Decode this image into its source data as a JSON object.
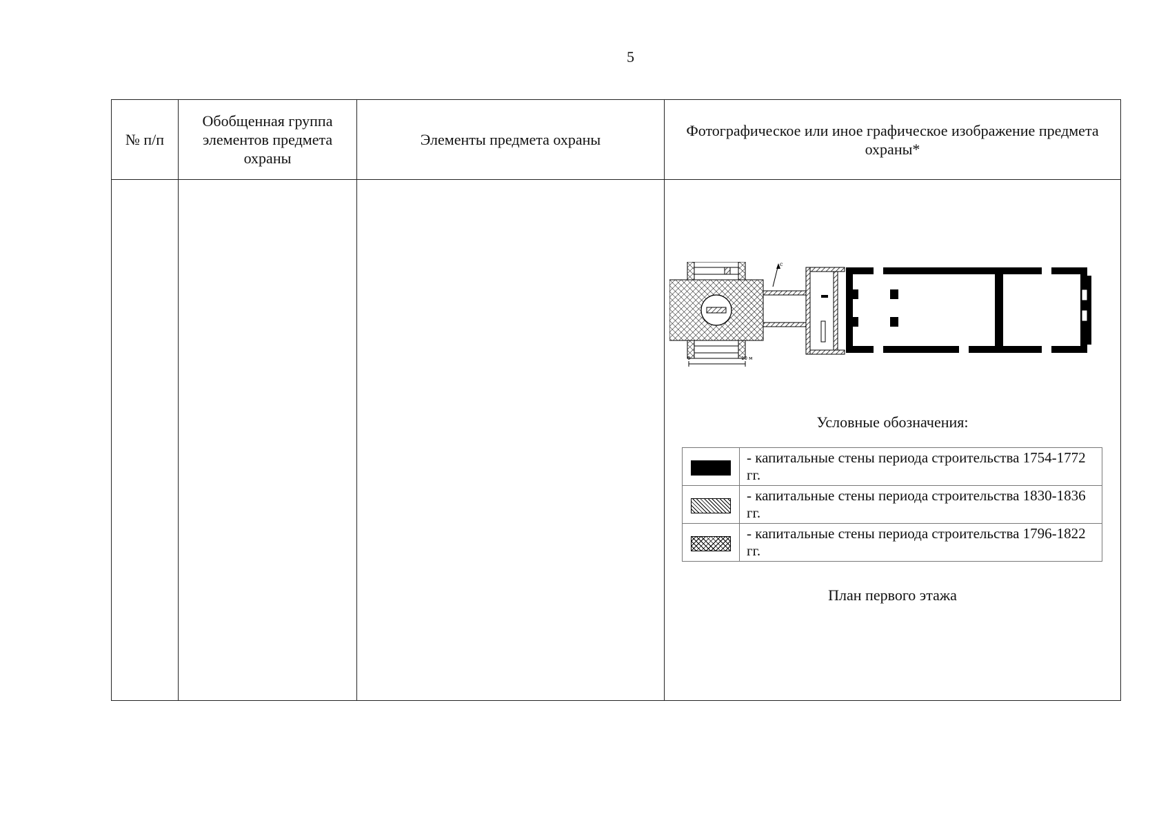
{
  "page": {
    "number": "5"
  },
  "table": {
    "headers": [
      "№ п/п",
      "Обобщенная группа элементов предмета охраны",
      "Элементы предмета охраны",
      "Фотографическое или иное графическое изображение предмета охраны*"
    ]
  },
  "figure": {
    "plan_icon": "floor-plan-drawing",
    "north_label": "с",
    "scale_start": "0",
    "scale_end": "10 м",
    "legend_title": "Условные обозначения:",
    "legend": [
      {
        "pattern": "solid",
        "text": "- капитальные стены периода строительства 1754-1772 гг."
      },
      {
        "pattern": "diagonal-hatch",
        "text": "- капитальные стены периода строительства 1830-1836 гг."
      },
      {
        "pattern": "cross-hatch",
        "text": "- капитальные стены периода строительства 1796-1822 гг."
      }
    ],
    "caption": "План первого этажа"
  }
}
